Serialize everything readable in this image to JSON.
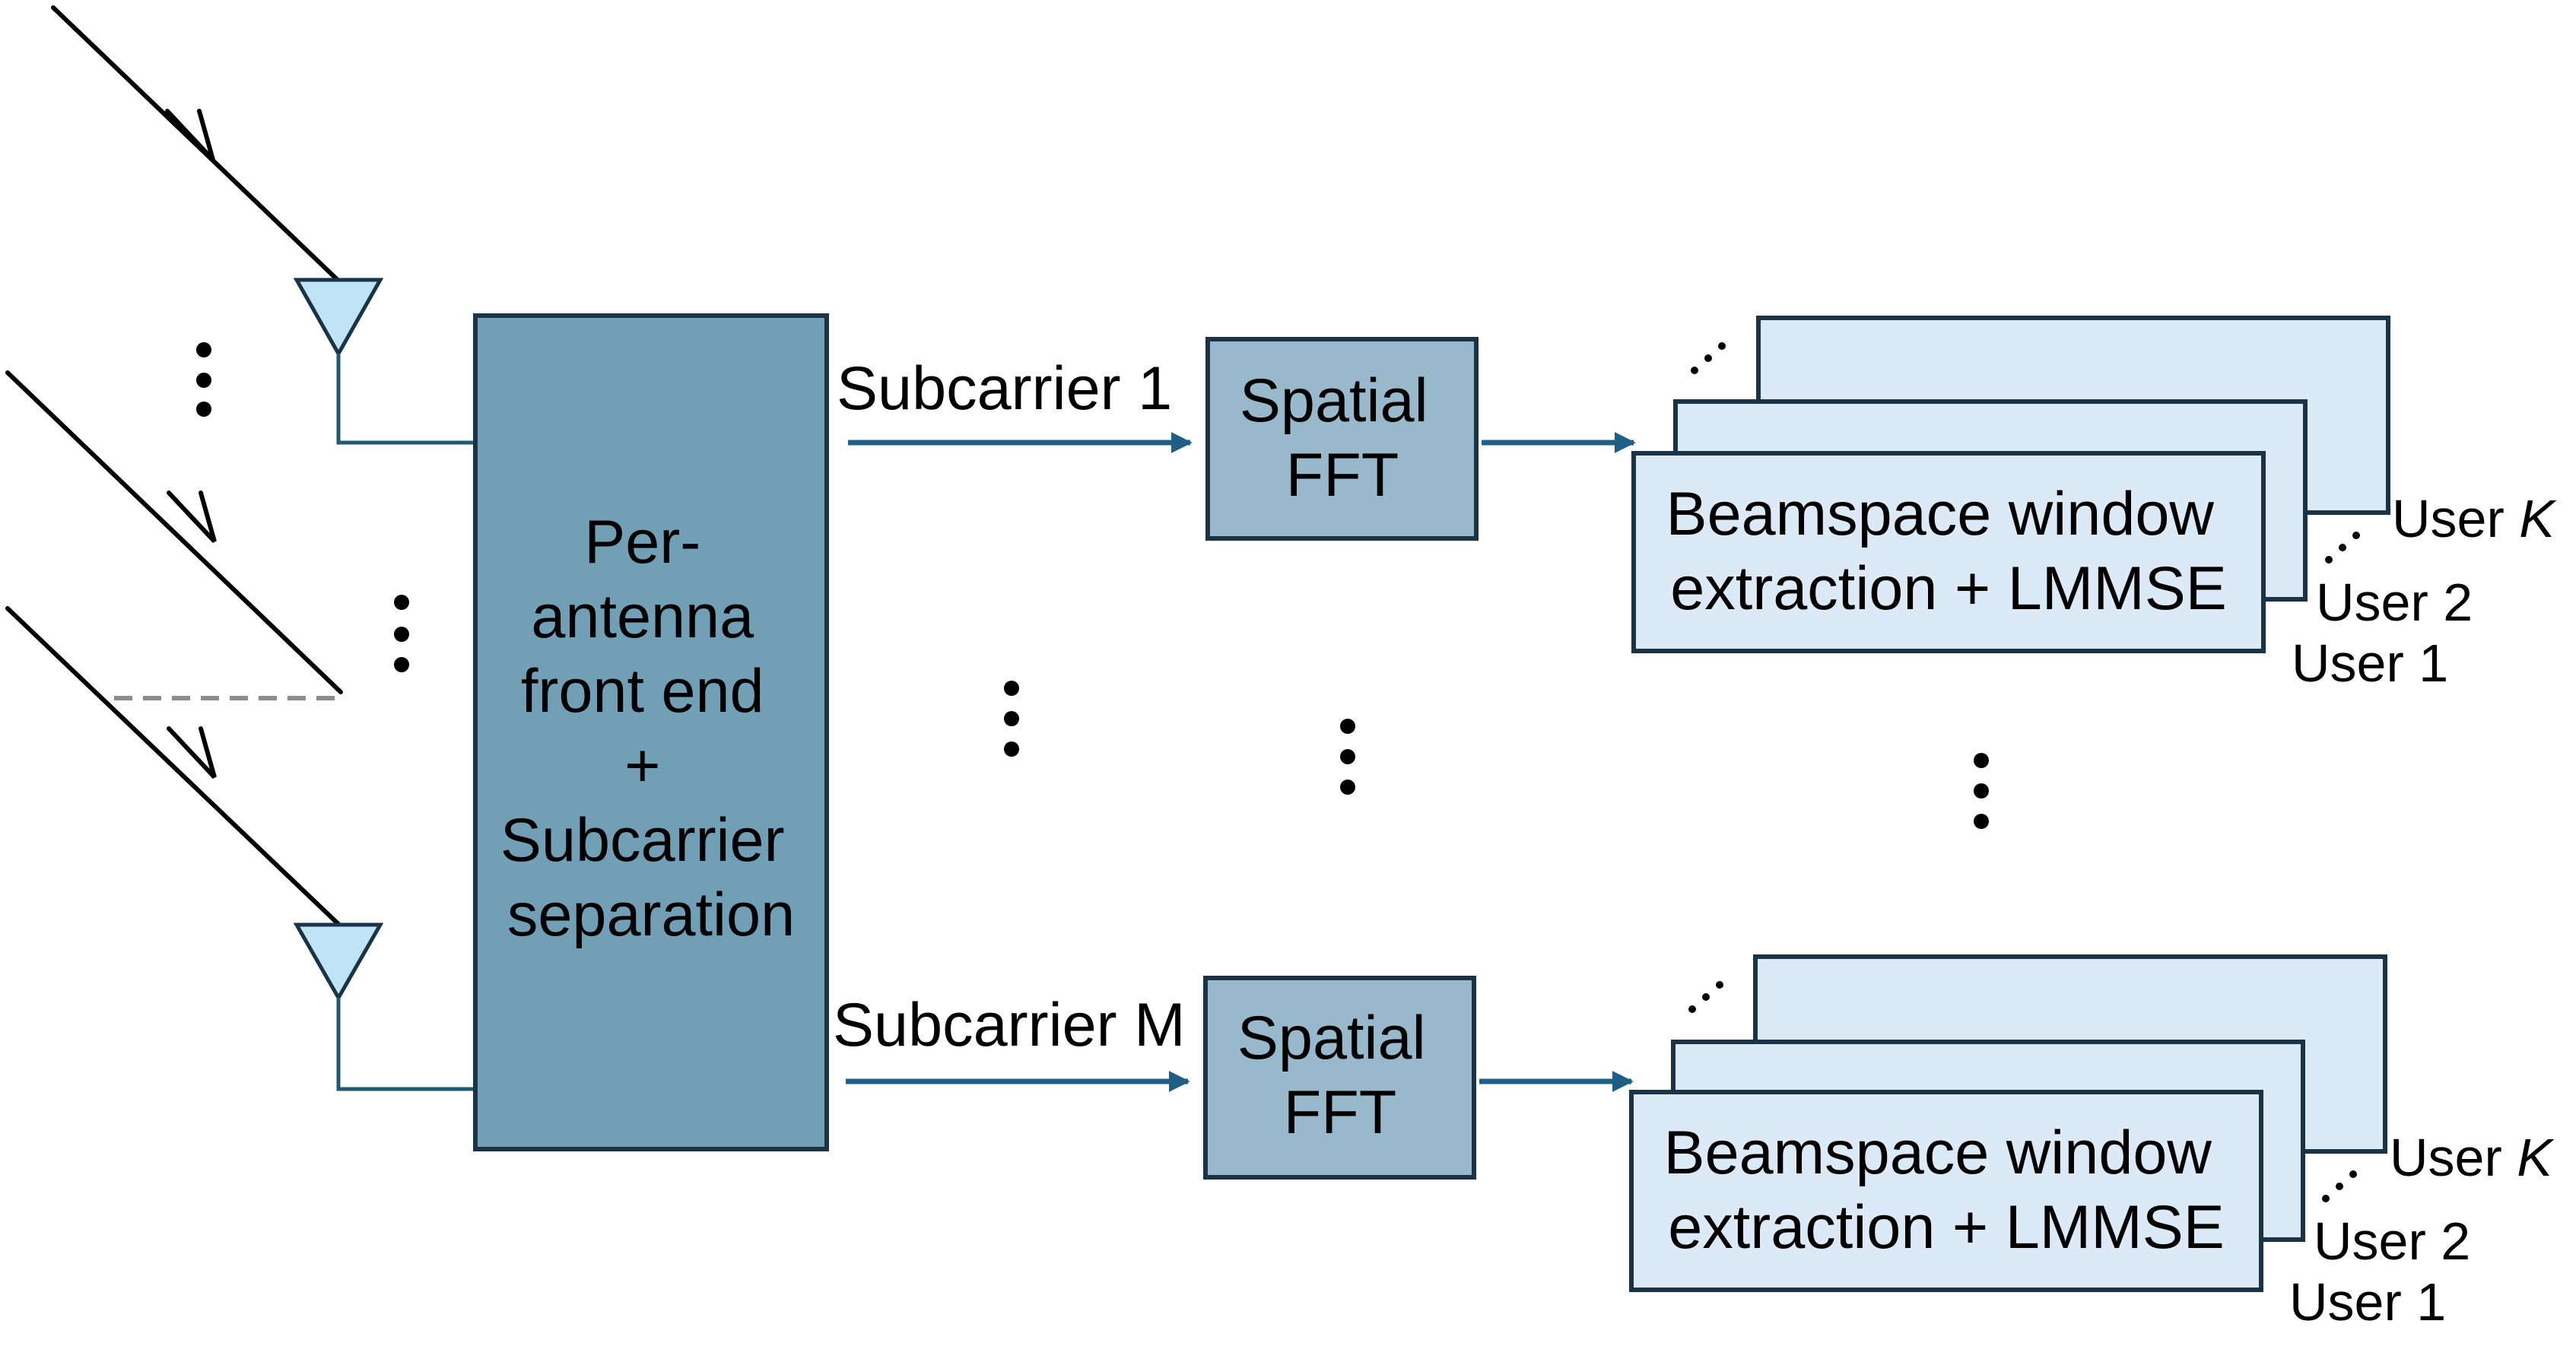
{
  "colors": {
    "front_end_fill": "#719fb5",
    "fft_fill": "#97b9cb",
    "window_fill": "#dce9f7",
    "antenna_fill": "#bfe4f5",
    "arrow": "#1d5f86",
    "wire": "#1f5a73",
    "stroke": "#1b3346",
    "dashed": "#8c8c8c"
  },
  "front_end": {
    "lines": [
      "Per-",
      "antenna",
      "front end",
      "+",
      "Subcarrier",
      "separation"
    ]
  },
  "subcarriers": [
    {
      "label": "Subcarrier 1",
      "fft_lines": [
        "Spatial",
        "FFT"
      ],
      "window_lines": [
        "Beamspace window",
        "extraction + LMMSE"
      ],
      "users": {
        "user_k_prefix": "User ",
        "user_k_var": "K",
        "user_2": "User 2",
        "user_1": "User 1"
      }
    },
    {
      "label": "Subcarrier M",
      "fft_lines": [
        "Spatial",
        "FFT"
      ],
      "window_lines": [
        "Beamspace window",
        "extraction + LMMSE"
      ],
      "users": {
        "user_k_prefix": "User ",
        "user_k_var": "K",
        "user_2": "User 2",
        "user_1": "User 1"
      }
    }
  ]
}
